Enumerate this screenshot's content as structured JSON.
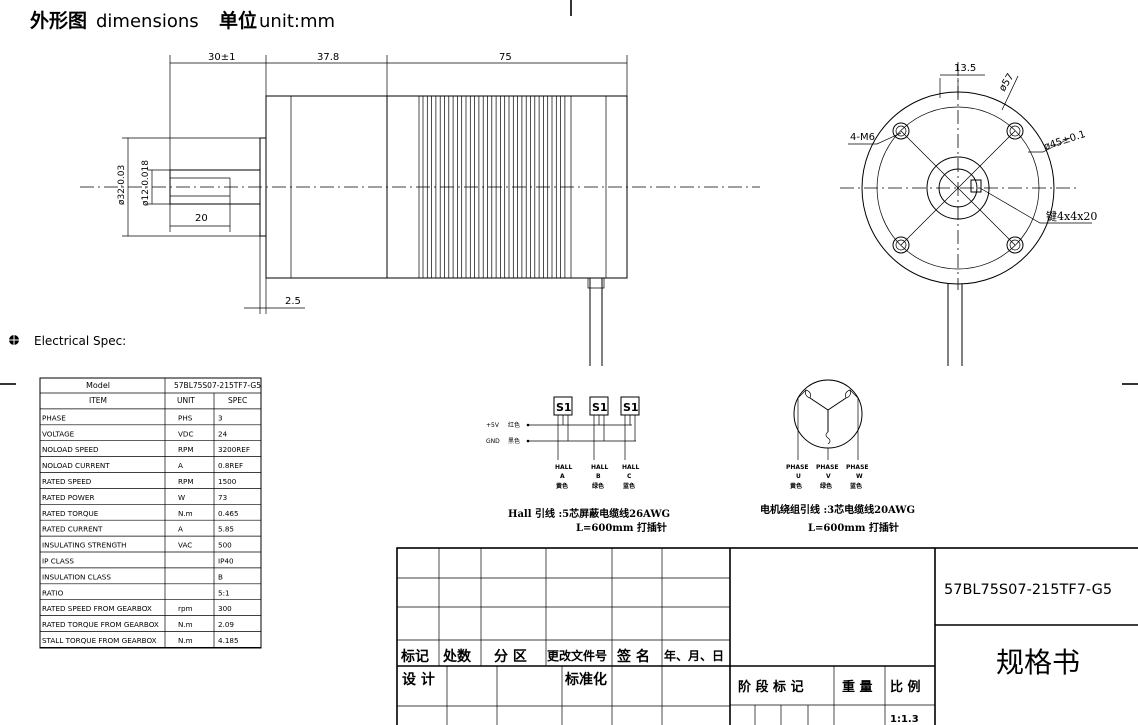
{
  "header": {
    "title_cn": "外形图",
    "title_en": "dimensions",
    "unit_cn": "单位",
    "unit_en": "unit:mm"
  },
  "side_view": {
    "dim_30": "30±1",
    "dim_37_8": "37.8",
    "dim_75": "75",
    "dim_20": "20",
    "dim_2_5": "2.5",
    "dia_32": "ø32-0.03",
    "dia_12": "ø12-0.018"
  },
  "front_view": {
    "dim_13_5": "13.5",
    "dia_57": "ø57",
    "holes": "4-M6",
    "dia_45": "ø45±0.1",
    "key": "键4x4x20"
  },
  "electrical": {
    "heading": "Electrical Spec:",
    "model_label": "Model",
    "model_value": "57BL75S07-215TF7-G5",
    "columns": [
      "ITEM",
      "UNIT",
      "SPEC"
    ],
    "rows": [
      [
        "PHASE",
        "PHS",
        "3"
      ],
      [
        "VOLTAGE",
        "VDC",
        "24"
      ],
      [
        "NOLOAD SPEED",
        "RPM",
        "3200REF"
      ],
      [
        "NOLOAD CURRENT",
        "A",
        "0.8REF"
      ],
      [
        "RATED SPEED",
        "RPM",
        "1500"
      ],
      [
        "RATED POWER",
        "W",
        "73"
      ],
      [
        "RATED TORQUE",
        "N.m",
        "0.465"
      ],
      [
        "RATED CURRENT",
        "A",
        "5.85"
      ],
      [
        "INSULATING STRENGTH",
        "VAC",
        "500"
      ],
      [
        "IP CLASS",
        "",
        "IP40"
      ],
      [
        "INSULATION CLASS",
        "",
        "B"
      ],
      [
        "RATIO",
        "",
        "5:1"
      ],
      [
        "RATED SPEED FROM GEARBOX",
        "rpm",
        "300"
      ],
      [
        "RATED TORQUE FROM GEARBOX",
        "N.m",
        "2.09"
      ],
      [
        "STALL TORQUE FROM GEARBOX",
        "N.m",
        "4.185"
      ]
    ]
  },
  "hall_wiring": {
    "sensors": [
      "S1",
      "S1",
      "S1"
    ],
    "power_pos": "+5V",
    "power_pos_color": "红色",
    "gnd": "GND",
    "gnd_color": "黑色",
    "hall": [
      {
        "name": "HALL",
        "phase": "A",
        "color": "黄色"
      },
      {
        "name": "HALL",
        "phase": "B",
        "color": "绿色"
      },
      {
        "name": "HALL",
        "phase": "C",
        "color": "蓝色"
      }
    ],
    "caption_1": "Hall 引线 :5芯屏蔽电缆线26AWG",
    "caption_2": "L=600mm 打插针"
  },
  "motor_wiring": {
    "phases": [
      {
        "name": "PHASE",
        "phase": "U",
        "color": "黄色"
      },
      {
        "name": "PHASE",
        "phase": "V",
        "color": "绿色"
      },
      {
        "name": "PHASE",
        "phase": "W",
        "color": "蓝色"
      }
    ],
    "caption_1": "电机绕组引线 :3芯电缆线20AWG",
    "caption_2": "L=600mm 打插针"
  },
  "title_block": {
    "model": "57BL75S07-215TF7-G5",
    "doc_title": "规格书",
    "h_mark": "标记",
    "h_count": "处数",
    "h_zone": "分 区",
    "h_change": "更改文件号",
    "h_sign": "签 名",
    "h_date": "年、月、日",
    "design": "设 计",
    "standard": "标准化",
    "stage": "阶 段 标 记",
    "weight": "重 量",
    "scale_label": "比 例",
    "scale_value": "1:1.3"
  }
}
